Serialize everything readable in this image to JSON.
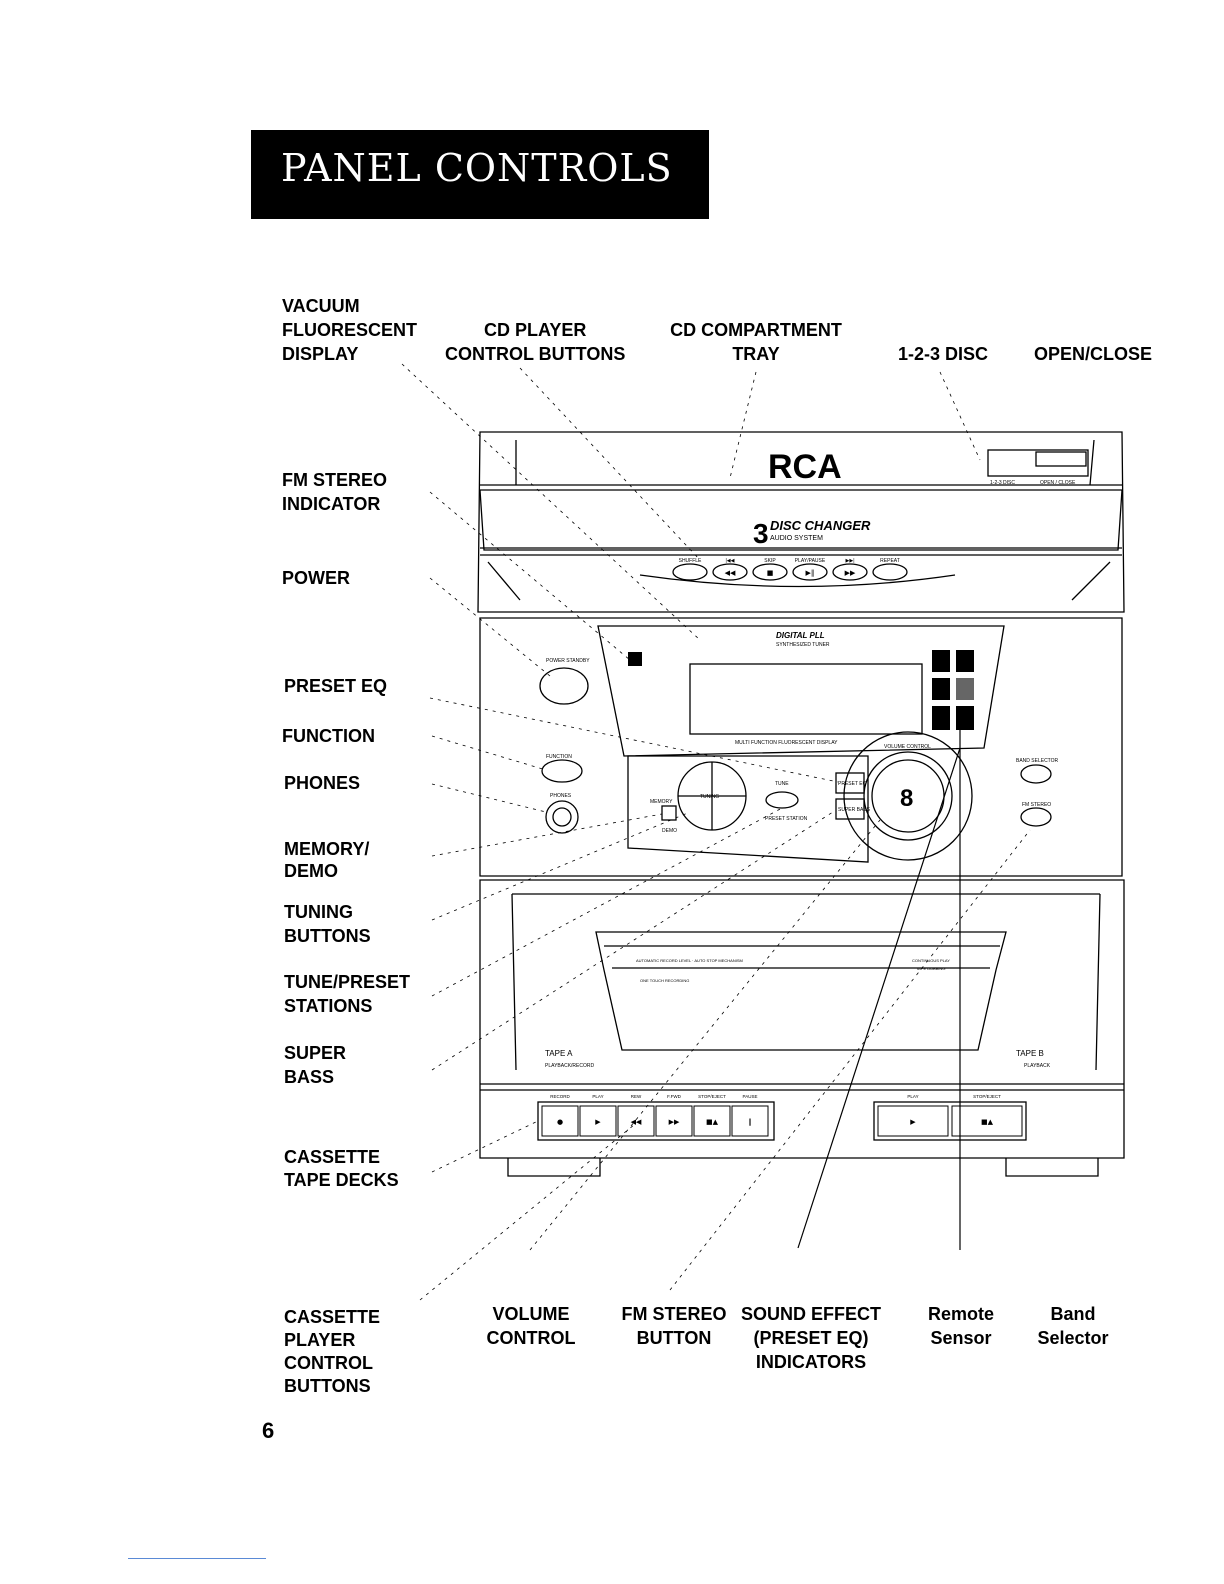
{
  "title": "PANEL CONTROLS",
  "page_number": "6",
  "top_labels": {
    "vfd": [
      "VACUUM",
      "FLUORESCENT",
      "DISPLAY"
    ],
    "cd_player_buttons": [
      "CD PLAYER",
      "CONTROL BUTTONS"
    ],
    "cd_tray": [
      "CD COMPARTMENT",
      "TRAY"
    ],
    "disc123": [
      "1-2-3 DISC"
    ],
    "open_close": [
      "OPEN/CLOSE"
    ]
  },
  "left_labels": {
    "fm_indicator": [
      "FM STEREO",
      "INDICATOR"
    ],
    "power": [
      "POWER"
    ],
    "preset_eq": [
      "PRESET EQ"
    ],
    "function": [
      "FUNCTION"
    ],
    "phones": [
      "PHONES"
    ],
    "memory": [
      "MEMORY/",
      "DEMO"
    ],
    "tuning": [
      "TUNING",
      "BUTTONS"
    ],
    "tune_preset": [
      "TUNE/PRESET",
      "STATIONS"
    ],
    "super_bass": [
      "SUPER",
      "BASS"
    ],
    "cassette_decks": [
      "CASSETTE",
      "TAPE DECKS"
    ]
  },
  "bottom_labels": {
    "cassette_buttons": [
      "CASSETTE",
      "PLAYER",
      "CONTROL",
      "BUTTONS"
    ],
    "volume": [
      "VOLUME",
      "CONTROL"
    ],
    "fm_button": [
      "FM STEREO",
      "BUTTON"
    ],
    "sound_effect": [
      "SOUND EFFECT",
      "(PRESET EQ)",
      "INDICATORS"
    ],
    "remote": [
      "Remote",
      "Sensor"
    ],
    "band": [
      "Band",
      "Selector"
    ]
  },
  "device": {
    "brand": "RCA",
    "changer_big": "3",
    "changer_title": "DISC CHANGER",
    "changer_sub": "AUDIO SYSTEM",
    "tuner_title": "DIGITAL PLL",
    "tuner_sub": "SYNTHESIZED TUNER",
    "display_caption": "MULTI FUNCTION FLUORESCENT DISPLAY",
    "disc_label": "1-2-3 DISC",
    "openclose_label": "OPEN / CLOSE",
    "cd_buttons": [
      "SHUFFLE",
      "|◀◀",
      "SKIP",
      "PLAY/PAUSE",
      "▶▶|",
      "REPEAT"
    ],
    "cd_symbols": [
      "",
      "◀◀",
      "■",
      "▶‖",
      "▶▶",
      ""
    ],
    "power_btn": "POWER STANDBY",
    "function_btn": "FUNCTION",
    "phones_btn": "PHONES",
    "memory_btn": "MEMORY",
    "demo_btn": "DEMO",
    "tuning_btn": "TUNING",
    "tune_btn": "TUNE",
    "preset_station": "PRESET STATION",
    "preset_eq_btn": "PRESET EQ",
    "super_bass_btn": "SUPER BASS",
    "volume_label": "VOLUME CONTROL",
    "volume_value": "8",
    "band_btn": "BAND SELECTOR",
    "fm_stereo_btn": "FM STEREO",
    "tape_a": "TAPE A",
    "tape_a_sub": "PLAYBACK/RECORD",
    "tape_b": "TAPE B",
    "tape_b_sub": "PLAYBACK",
    "window_text_a": "AUTOMATIC RECORD LEVEL · AUTO STOP MECHANISM",
    "window_text_b": "ONE TOUCH RECORDING",
    "window_text_c": "CONTINUOUS PLAY",
    "window_text_d": "TAPE DUBBING",
    "deck_a_buttons": [
      "RECORD",
      "PLAY",
      "REW",
      "F.FWD",
      "STOP/EJECT",
      "PAUSE"
    ],
    "deck_a_symbols": [
      "●",
      "▶",
      "◀◀",
      "▶▶",
      "■▲",
      "‖"
    ],
    "deck_b_buttons": [
      "PLAY",
      "STOP/EJECT"
    ],
    "deck_b_symbols": [
      "▶",
      "■▲"
    ]
  }
}
